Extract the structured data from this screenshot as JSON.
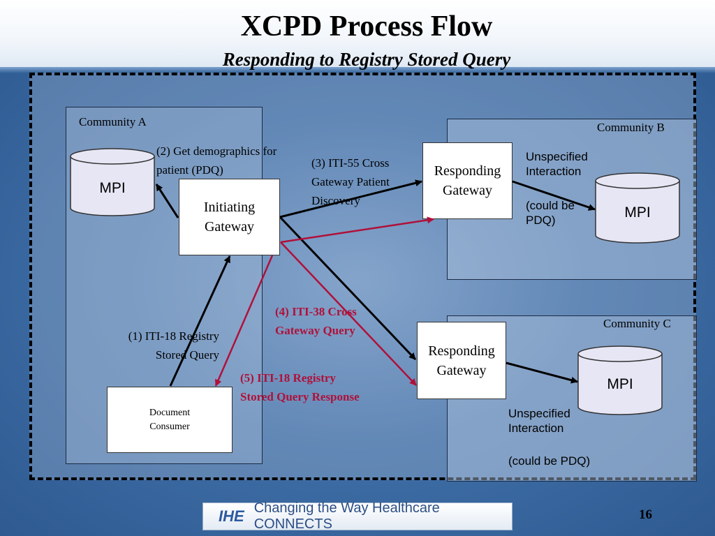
{
  "slide": {
    "title": "XCPD Process Flow",
    "subtitle": "Responding to Registry Stored Query",
    "page_number": "16"
  },
  "communities": {
    "a": "Community A",
    "b": "Community B",
    "c": "Community C"
  },
  "nodes": {
    "mpi_a": "MPI",
    "mpi_b": "MPI",
    "mpi_c": "MPI",
    "initiating_gateway": "Initiating Gateway",
    "responding_gateway_b": "Responding Gateway",
    "responding_gateway_c": "Responding Gateway",
    "document_consumer": "Document Consumer"
  },
  "labels": {
    "step1": "(1) ITI-18 Registry Stored Query",
    "step2": "(2) Get demographics for patient (PDQ)",
    "step3": "(3) ITI-55 Cross Gateway Patient Discovery",
    "step4": "(4) ITI-38 Cross Gateway Query",
    "step5": "(5) ITI-18 Registry Stored Query Response",
    "unspecified_b_1": "Unspecified Interaction",
    "unspecified_b_2": "(could be PDQ)",
    "unspecified_c_1": "Unspecified Interaction",
    "unspecified_c_2": "(could be PDQ)"
  },
  "footer": {
    "logo_mark": "IHE",
    "tagline": "Changing the Way Healthcare CONNECTS"
  },
  "colors": {
    "black_arrow": "#000000",
    "red_arrow": "#b0103a",
    "cylinder_fill": "#e6e6f5"
  }
}
